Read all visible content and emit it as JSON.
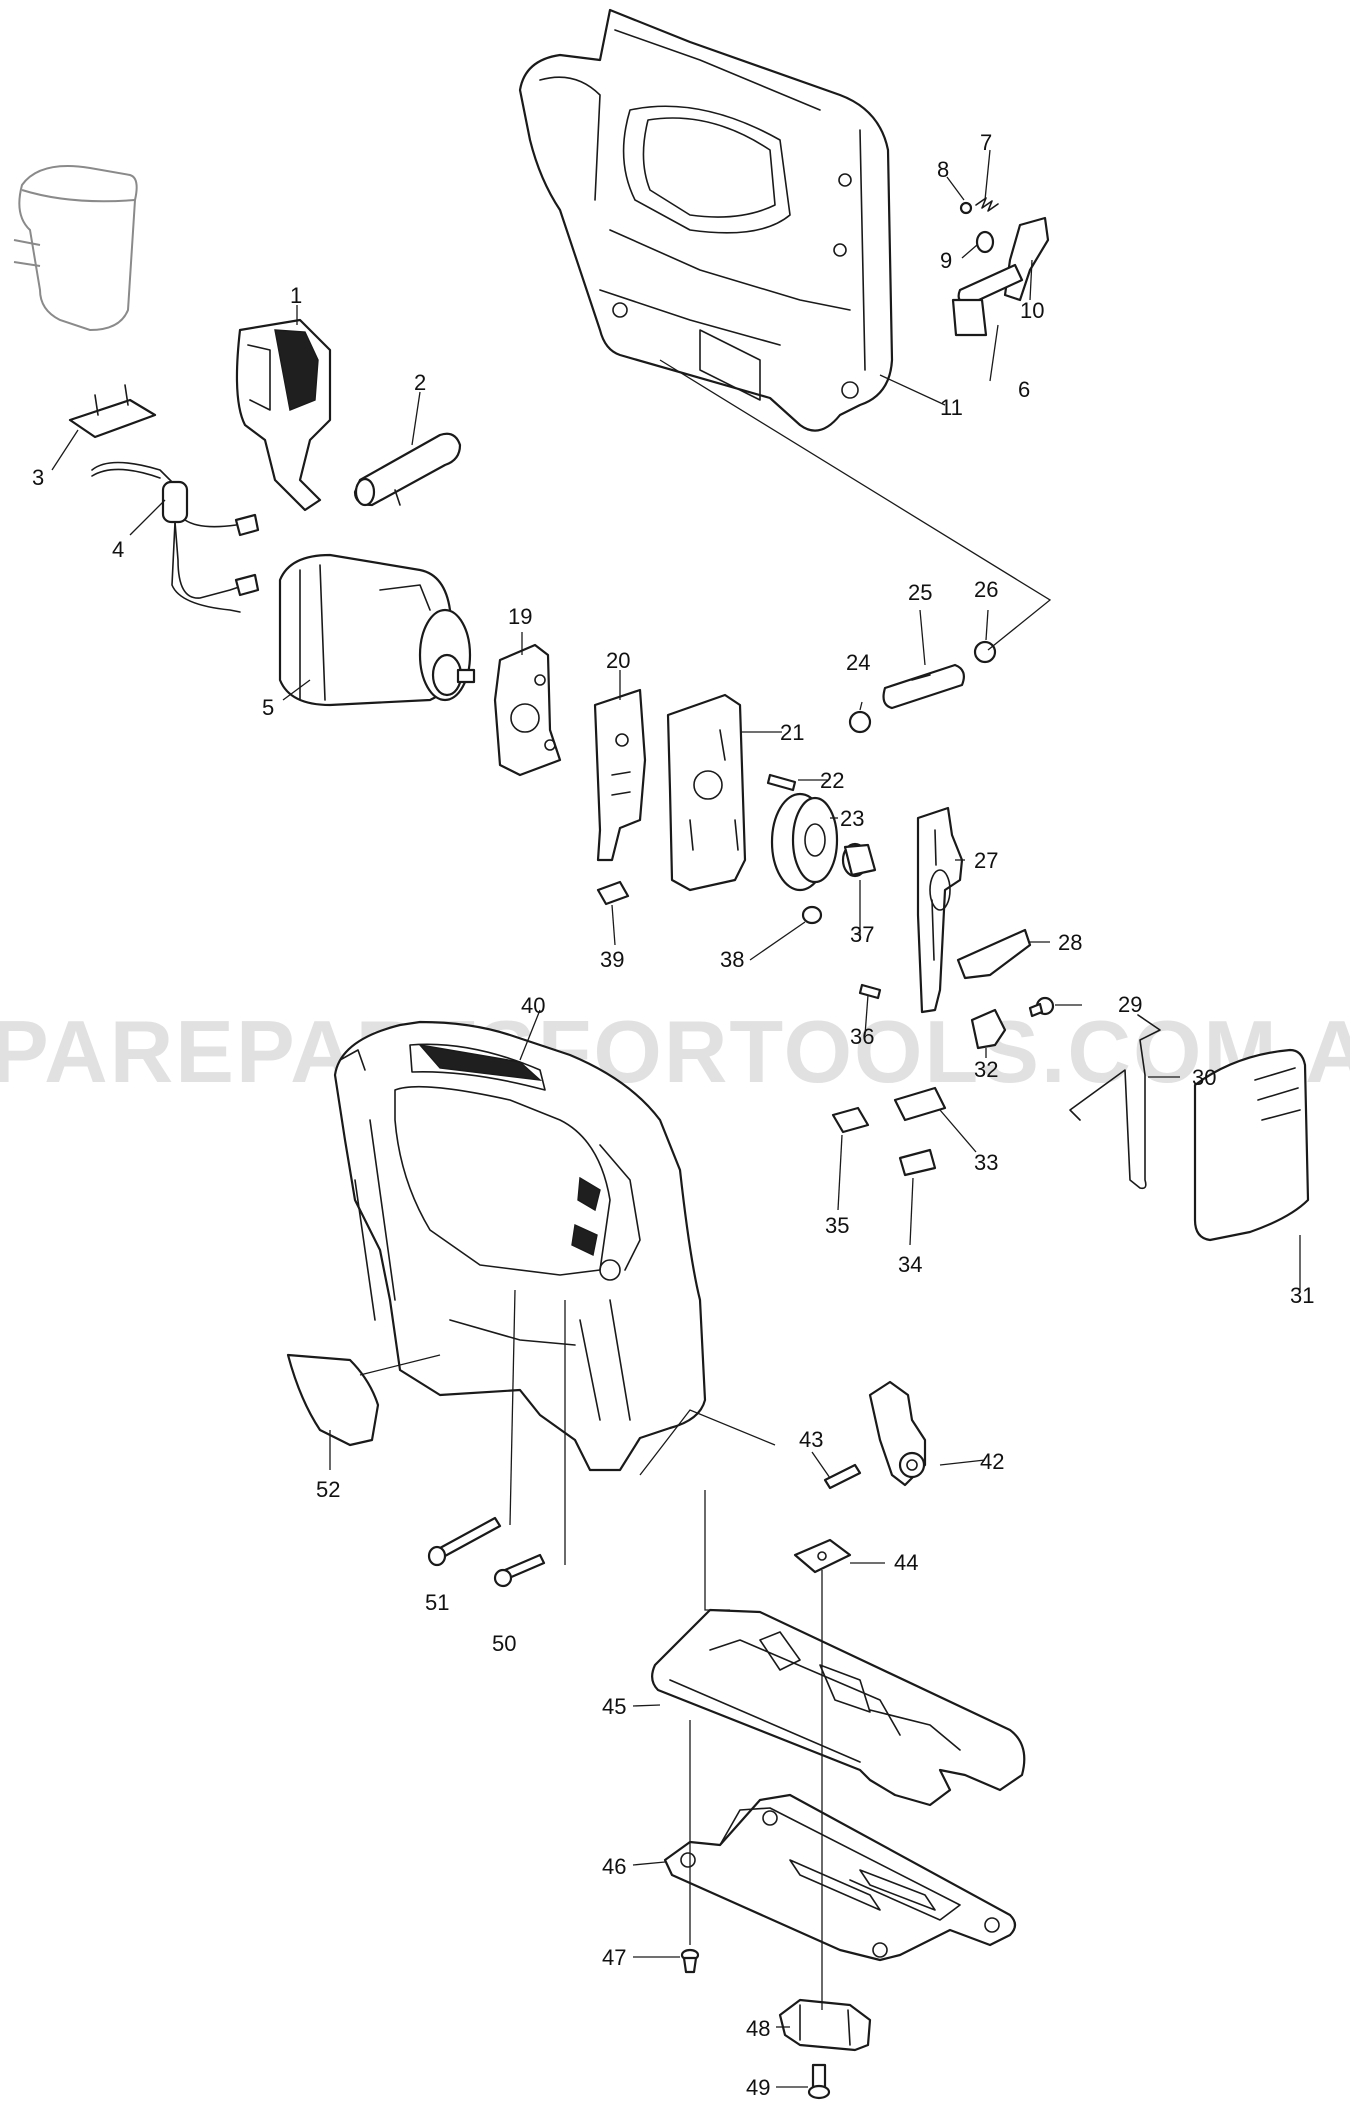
{
  "watermark": "PAREPARTSFORTOOLS.COM.A",
  "callouts": [
    "1",
    "2",
    "3",
    "4",
    "5",
    "6",
    "7",
    "8",
    "9",
    "10",
    "11",
    "19",
    "20",
    "21",
    "22",
    "23",
    "24",
    "25",
    "26",
    "27",
    "28",
    "29",
    "30",
    "31",
    "32",
    "33",
    "34",
    "35",
    "36",
    "37",
    "38",
    "39",
    "40",
    "42",
    "43",
    "44",
    "45",
    "46",
    "47",
    "48",
    "49",
    "50",
    "51",
    "52"
  ]
}
